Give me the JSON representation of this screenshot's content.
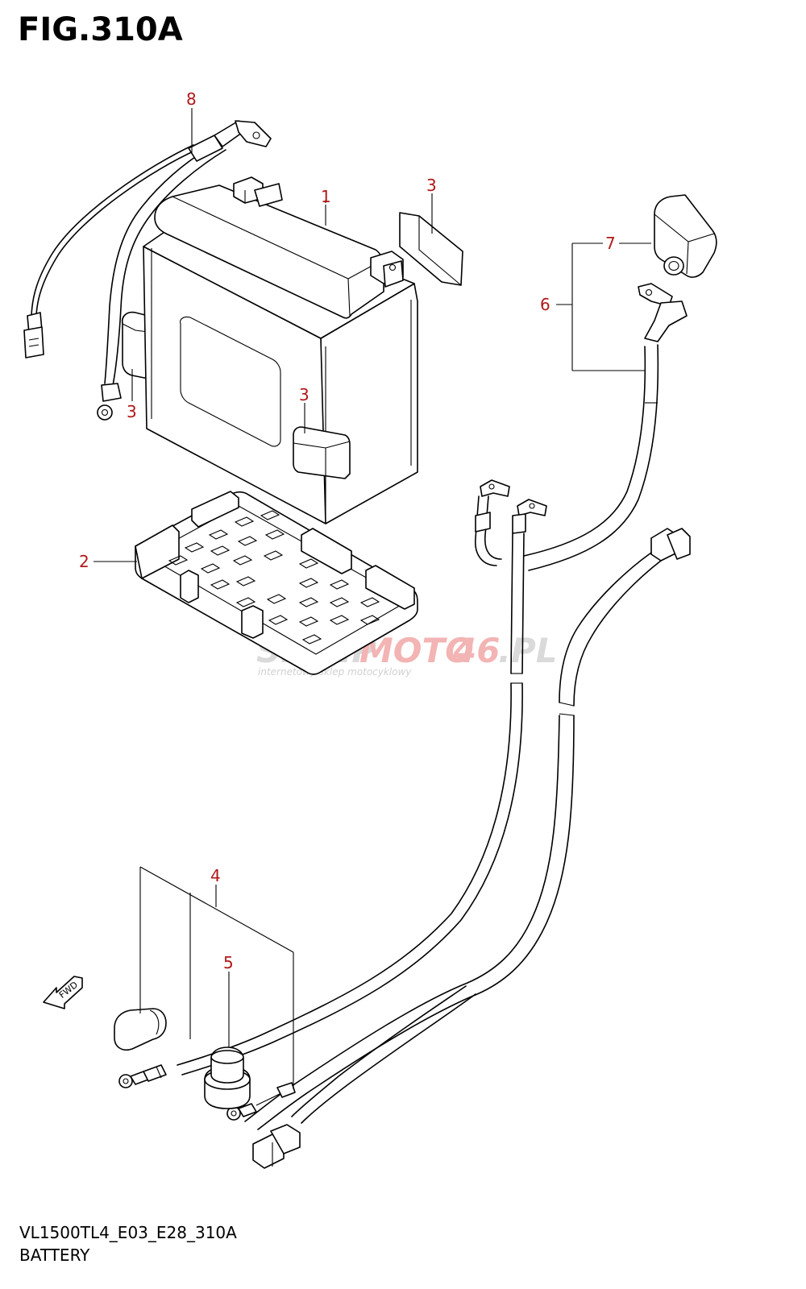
{
  "figure": {
    "title": "FIG.310A",
    "model_code": "VL1500TL4_E03_E28_310A",
    "caption": "BATTERY"
  },
  "callouts": [
    {
      "id": "c1",
      "label": "1"
    },
    {
      "id": "c2",
      "label": "2"
    },
    {
      "id": "c3a",
      "label": "3"
    },
    {
      "id": "c3b",
      "label": "3"
    },
    {
      "id": "c3c",
      "label": "3"
    },
    {
      "id": "c4",
      "label": "4"
    },
    {
      "id": "c5",
      "label": "5"
    },
    {
      "id": "c6",
      "label": "6"
    },
    {
      "id": "c7",
      "label": "7"
    },
    {
      "id": "c8",
      "label": "8"
    }
  ],
  "direction_marker": {
    "label": "FWD",
    "icon": "forward-arrow-icon"
  },
  "watermark": {
    "brand_a": "SKLEP",
    "brand_b": "MOTO",
    "brand_c": "46",
    "brand_d": ".PL",
    "tagline": "internetowy sklep motocyklowy"
  },
  "colors": {
    "callout": "#b01818",
    "line": "#000000",
    "watermark_gray": "#cfcfcf",
    "watermark_red": "#f0a0a0"
  }
}
